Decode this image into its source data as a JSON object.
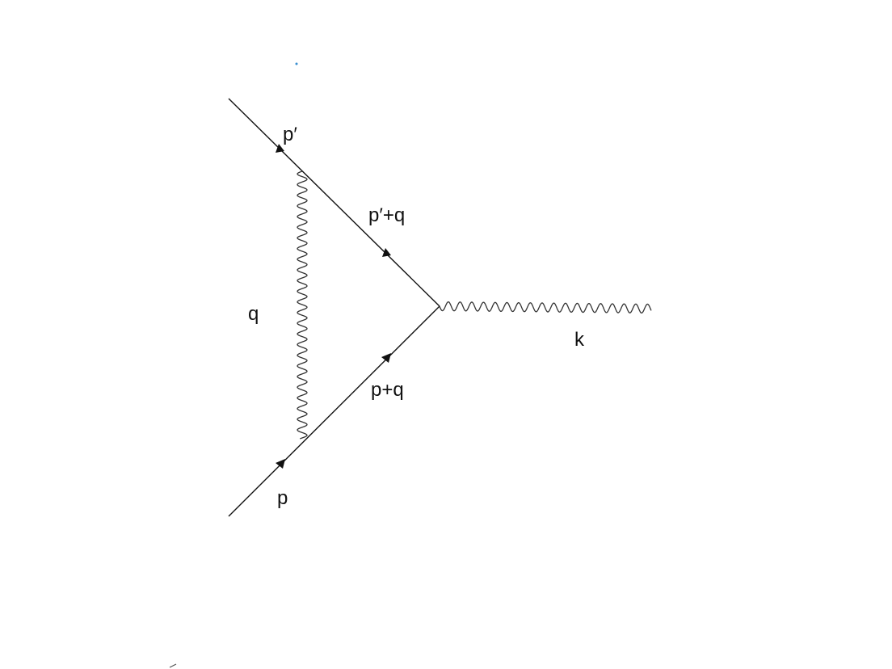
{
  "diagram": {
    "labels": {
      "outgoing_fermion": "p′",
      "upper_internal_fermion": "p′+q",
      "exchanged_photon": "q",
      "external_photon": "k",
      "lower_internal_fermion": "p+q",
      "incoming_fermion": "p"
    }
  },
  "colors": {
    "line": "#111111",
    "photon": "#333333",
    "dot": "#3a8fd0"
  }
}
